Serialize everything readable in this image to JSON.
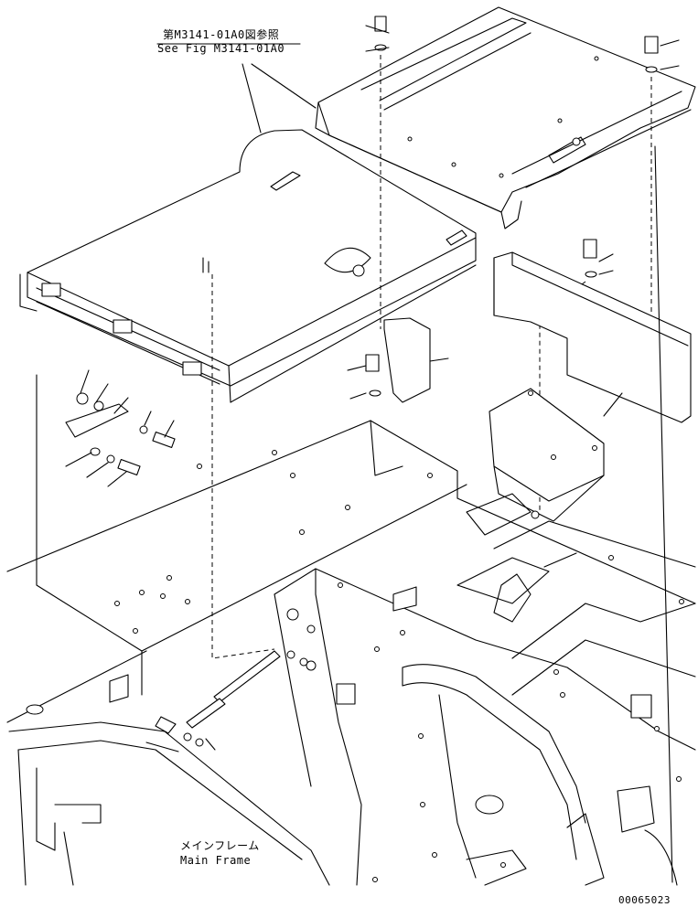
{
  "reference_note": {
    "line_jp": "第M3141-01A0図参照",
    "line_en": "See Fig M3141-01A0"
  },
  "frame_label": {
    "line_jp": "メインフレーム",
    "line_en": "Main Frame"
  },
  "drawing_number": "00065023"
}
